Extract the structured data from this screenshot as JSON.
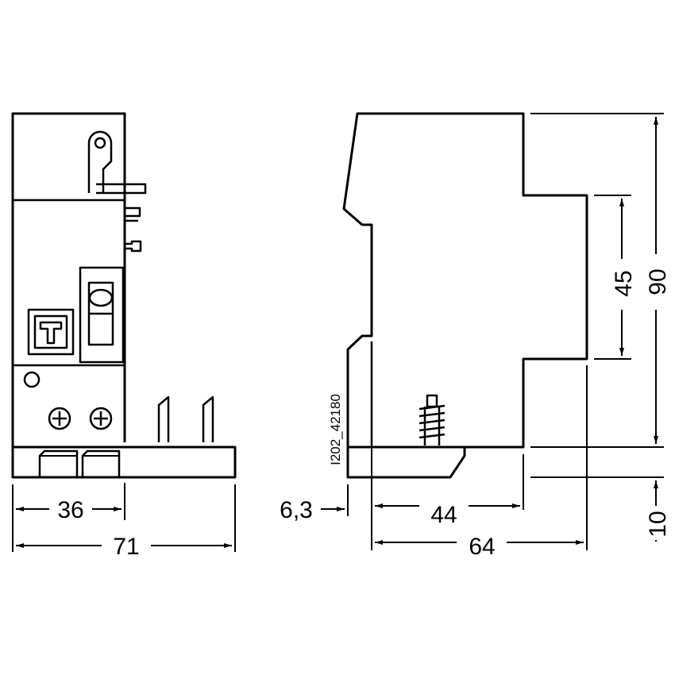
{
  "drawing": {
    "code": "I202_42180",
    "symbol_letter": "T",
    "colors": {
      "line": "#000000",
      "background": "#ffffff"
    }
  },
  "front_view": {
    "dims": {
      "width_module": "36",
      "total_width": "71"
    }
  },
  "side_view": {
    "dims": {
      "offset": "6,3",
      "depth_front": "44",
      "depth_total": "64",
      "front_height": "45",
      "total_height": "90",
      "base_height": "10"
    }
  }
}
